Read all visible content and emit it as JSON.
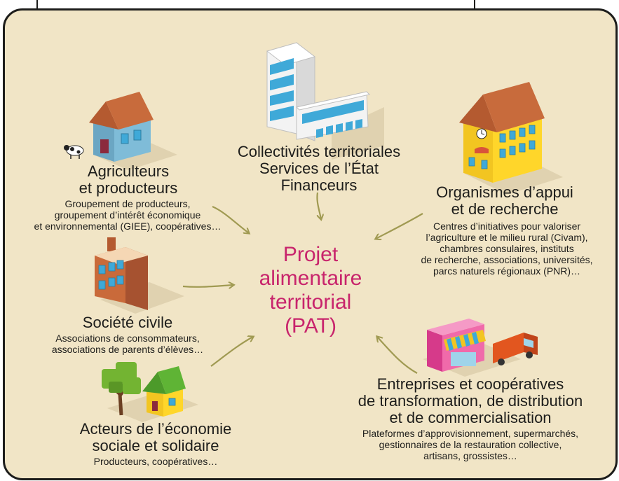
{
  "colors": {
    "background": "#f1e5c6",
    "border": "#1d1d1b",
    "title_accent": "#c8246c",
    "arrow": "#a09a52",
    "text": "#1d1d1b"
  },
  "center": {
    "line1": "Projet",
    "line2": "alimentaire",
    "line3": "territorial",
    "line4": "(PAT)"
  },
  "nodes": {
    "collectivites": {
      "icon": "office-building-icon",
      "title_lines": [
        "Collectivités territoriales",
        "Services de l’État",
        "Financeurs"
      ]
    },
    "agriculteurs": {
      "icon": "farmhouse-icon",
      "title_lines": [
        "Agriculteurs",
        "et producteurs"
      ],
      "desc_lines": [
        "Groupement de producteurs,",
        "groupement d’intérêt économique",
        "et environnemental (GIEE), coopératives…"
      ]
    },
    "organismes": {
      "icon": "school-building-icon",
      "title_lines": [
        "Organismes d’appui",
        "et de recherche"
      ],
      "desc_lines": [
        "Centres d’initiatives pour valoriser",
        "l’agriculture et le milieu rural (Civam),",
        "chambres consulaires, instituts",
        "de recherche, associations, universités,",
        "parcs naturels régionaux (PNR)…"
      ]
    },
    "societe": {
      "icon": "apartment-house-icon",
      "title_lines": [
        "Société civile"
      ],
      "desc_lines": [
        "Associations de consommateurs,",
        "associations de parents d’élèves…"
      ]
    },
    "entreprises": {
      "icon": "shop-and-truck-icon",
      "title_lines": [
        "Entreprises et coopératives",
        "de transformation, de distribution",
        "et de commercialisation"
      ],
      "desc_lines": [
        "Plateformes d’approvisionnement, supermarchés,",
        "gestionnaires de la restauration collective,",
        "artisans, grossistes…"
      ]
    },
    "ess": {
      "icon": "tree-and-house-icon",
      "title_lines": [
        "Acteurs de l’économie",
        "sociale et solidaire"
      ],
      "desc_lines": [
        "Producteurs, coopératives…"
      ]
    }
  }
}
